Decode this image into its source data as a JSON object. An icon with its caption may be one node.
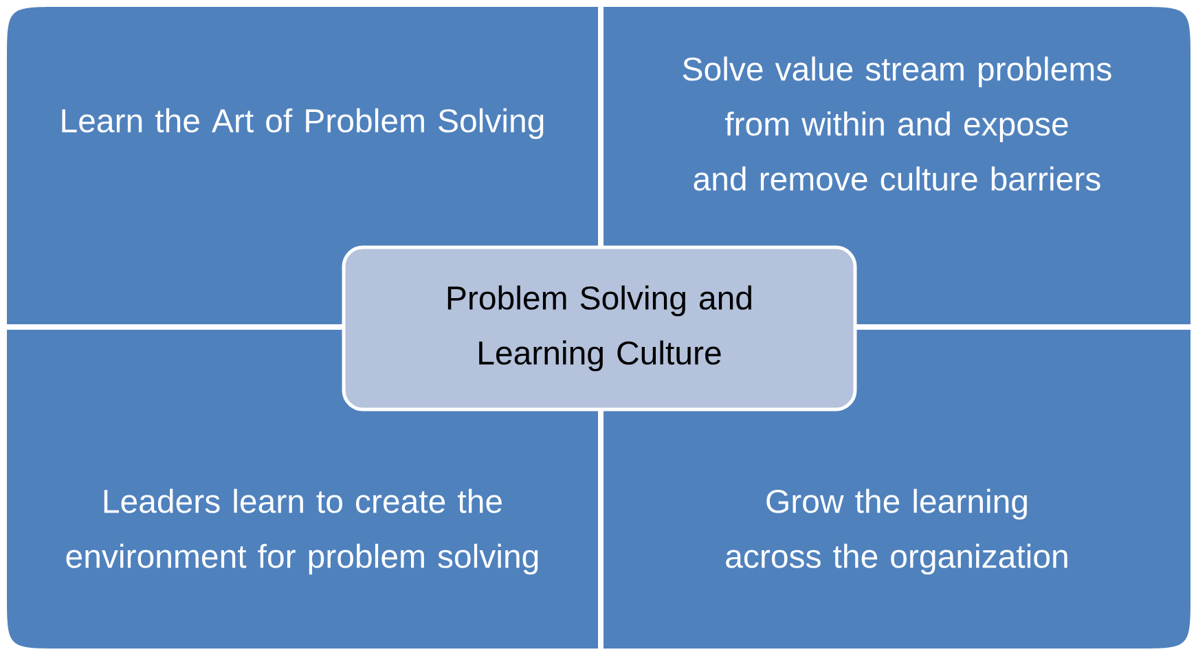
{
  "diagram": {
    "nodes": [
      {
        "text": [
          "Learn the Art of Problem Solving"
        ]
      },
      {
        "text": [
          "Solve value stream problems from within and expose and remove culture barriers"
        ]
      },
      {
        "text": [
          "Problem Solving and Learning Culture"
        ]
      },
      {
        "text": [
          "Leaders learn to create the environment for problem solving"
        ]
      },
      {
        "text": [
          "Grow the learning across the organization"
        ]
      }
    ]
  }
}
